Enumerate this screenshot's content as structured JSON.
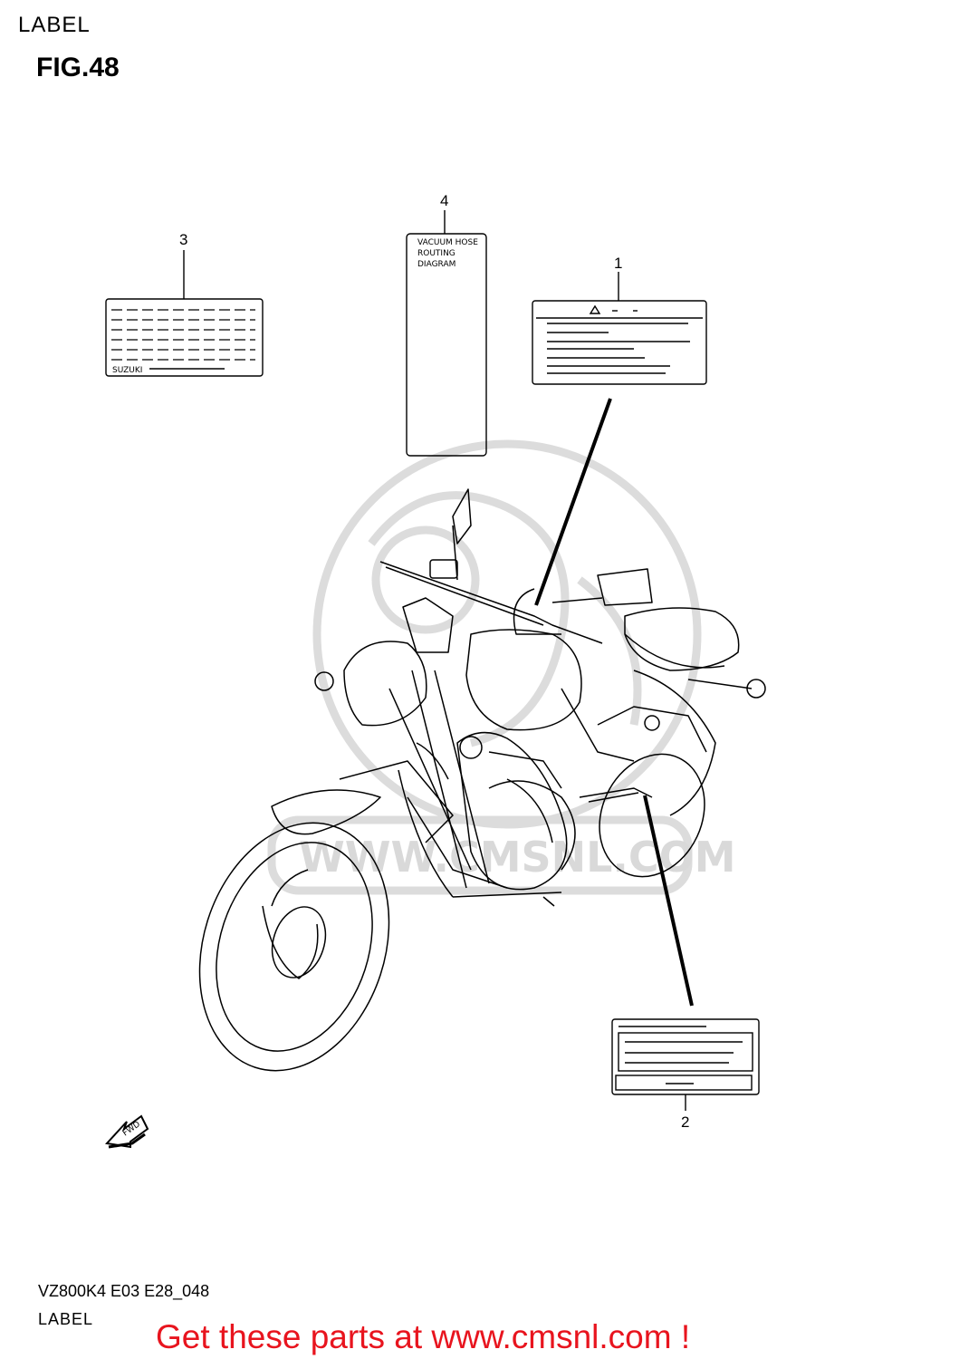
{
  "header": {
    "section": "LABEL",
    "figure": "FIG.48"
  },
  "callouts": [
    "1",
    "2",
    "3",
    "4"
  ],
  "label_3": {
    "brand": "SUZUKI"
  },
  "label_4": {
    "lines": [
      "VACUUM HOSE",
      "ROUTING",
      "DIAGRAM"
    ]
  },
  "direction": {
    "text": "FWD"
  },
  "watermark": {
    "text": "WWW.CMSNL.COM"
  },
  "footer": {
    "code": "VZ800K4 E03 E28_048",
    "label": "LABEL",
    "promo": "Get these parts at www.cmsnl.com !"
  },
  "colors": {
    "promo": "#e8141e",
    "lines": "#000000",
    "watermark": "#d9d9d9"
  }
}
